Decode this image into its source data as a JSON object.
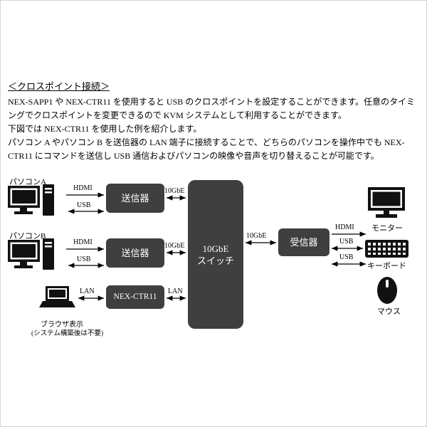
{
  "page": {
    "title": "＜クロスポイント接続＞",
    "paragraph_lines": [
      "NEX-SAPP1 や NEX-CTR11 を使用すると USB のクロスポイントを設定することができます。任意のタイミ",
      "ングでクロスポイントを変更できるので KVM システムとして利用することができます。",
      "下図では NEX-CTR11 を使用した例を紹介します。",
      "パソコン A やパソコン B を送信器の LAN 端子に接続することで、どちらのパソコンを操作中でも NEX-",
      "CTR11 にコマンドを送信し USB 通信およびパソコンの映像や音声を切り替えることが可能です。"
    ]
  },
  "diagram": {
    "nodes": {
      "pc_a_label": "パソコンA",
      "pc_b_label": "パソコンB",
      "transmitter_label": "送信器",
      "controller_label": "NEX-CTR11",
      "switch_label_line1": "10GbE",
      "switch_label_line2": "スイッチ",
      "receiver_label": "受信器",
      "monitor_label": "モニター",
      "keyboard_label": "キーボード",
      "mouse_label": "マウス",
      "browser_label": "ブラウザ表示",
      "browser_note": "(システム構築後は不要)"
    },
    "connections": {
      "hdmi": "HDMI",
      "usb": "USB",
      "tengbe": "10GbE",
      "lan": "LAN"
    },
    "colors": {
      "box_fill": "#3f3f3f",
      "box_text": "#ffffff",
      "line": "#000000",
      "background": "#ffffff"
    }
  }
}
